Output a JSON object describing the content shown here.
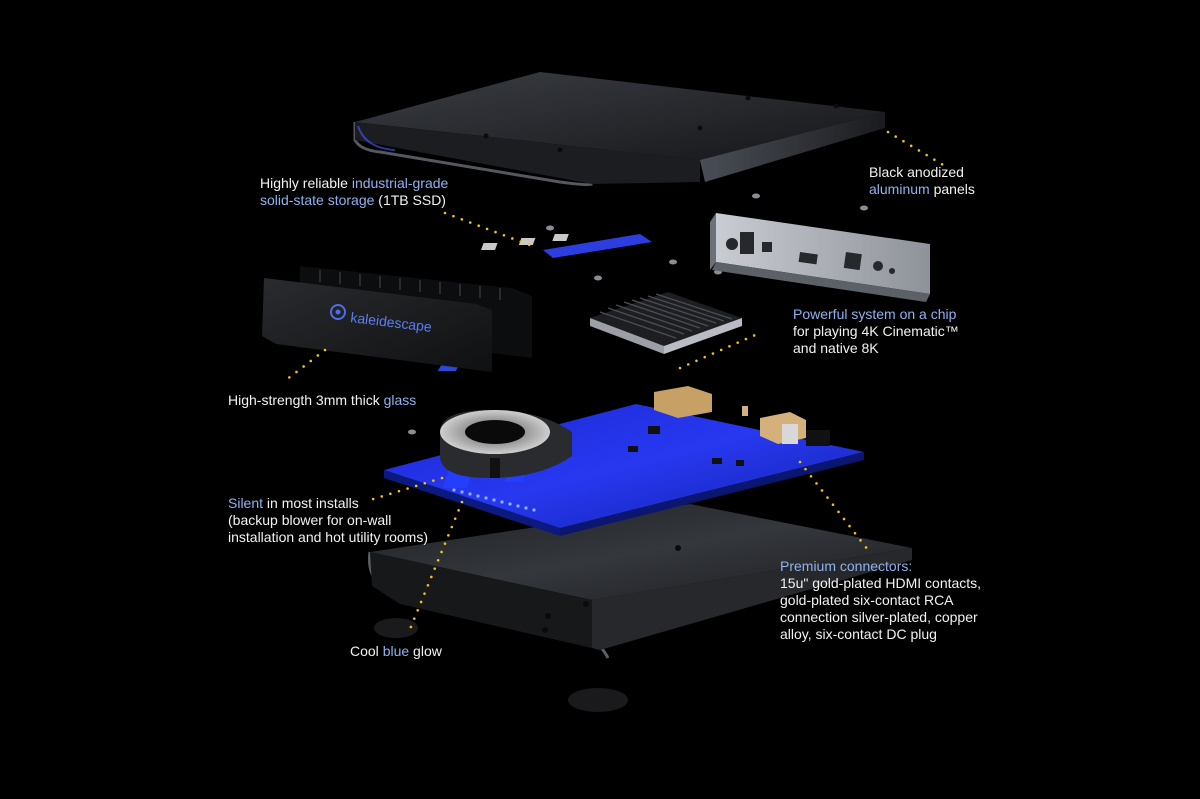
{
  "brand_logo_text": "kaleidescape",
  "colors": {
    "background": "#000000",
    "text": "#f2f2f2",
    "highlight": "#8fb2ee",
    "leader_dots": "#f0c419",
    "board_blue": "#1c2ee0",
    "metal_dark": "#2a2c30"
  },
  "callouts": {
    "storage": {
      "line1_a": "Highly reliable ",
      "line1_hl": "industrial-grade",
      "line2_hl": "solid-state storage",
      "line2_b": " (1TB SSD)"
    },
    "panels": {
      "line1": "Black anodized",
      "line2_hl": "aluminum",
      "line2_b": " panels"
    },
    "chip": {
      "line1_hl": "Powerful system on a chip",
      "line2": "for playing 4K Cinematic™",
      "line3": "and native 8K"
    },
    "glass": {
      "line1_a": "High-strength 3mm thick ",
      "line1_hl": "glass"
    },
    "silent": {
      "line1_hl": "Silent",
      "line1_b": " in most installs",
      "line2": "(backup blower for on-wall",
      "line3": "installation and hot utility rooms)"
    },
    "connectors": {
      "line1_hl": "Premium connectors:",
      "line2": "15u\" gold-plated HDMI contacts,",
      "line3": "gold-plated six-contact RCA",
      "line4": "connection silver-plated, copper",
      "line5": "alloy, six-contact DC plug"
    },
    "glow": {
      "line1_a": "Cool ",
      "line1_hl": "blue",
      "line1_b": " glow"
    }
  }
}
